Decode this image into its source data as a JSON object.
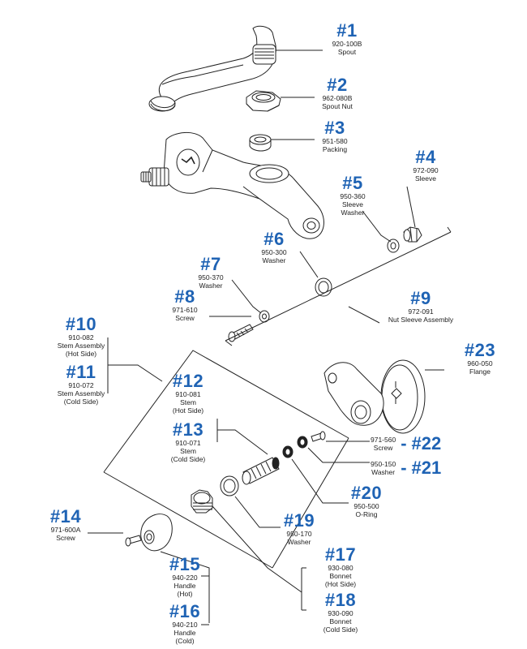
{
  "callouts": [
    {
      "num": "#1",
      "part": "920-100B",
      "desc": [
        "Spout"
      ]
    },
    {
      "num": "#2",
      "part": "962-080B",
      "desc": [
        "Spout Nut"
      ]
    },
    {
      "num": "#3",
      "part": "951-580",
      "desc": [
        "Packing"
      ]
    },
    {
      "num": "#4",
      "part": "972-090",
      "desc": [
        "Sleeve"
      ]
    },
    {
      "num": "#5",
      "part": "950-360",
      "desc": [
        "Sleeve",
        "Washer"
      ]
    },
    {
      "num": "#6",
      "part": "950-300",
      "desc": [
        "Washer"
      ]
    },
    {
      "num": "#7",
      "part": "950-370",
      "desc": [
        "Washer"
      ]
    },
    {
      "num": "#8",
      "part": "971-610",
      "desc": [
        "Screw"
      ]
    },
    {
      "num": "#9",
      "part": "972-091",
      "desc": [
        "Nut Sleeve Assembly"
      ]
    },
    {
      "num": "#10",
      "part": "910-082",
      "desc": [
        "Stem Assembly",
        "(Hot Side)"
      ]
    },
    {
      "num": "#11",
      "part": "910-072",
      "desc": [
        "Stem Assembly",
        "(Cold Side)"
      ]
    },
    {
      "num": "#12",
      "part": "910-081",
      "desc": [
        "Stem",
        "(Hot Side)"
      ]
    },
    {
      "num": "#13",
      "part": "910-071",
      "desc": [
        "Stem",
        "(Cold Side)"
      ]
    },
    {
      "num": "#14",
      "part": "971-600A",
      "desc": [
        "Screw"
      ]
    },
    {
      "num": "#15",
      "part": "940-220",
      "desc": [
        "Handle",
        "(Hot)"
      ]
    },
    {
      "num": "#16",
      "part": "940-210",
      "desc": [
        "Handle",
        "(Cold)"
      ]
    },
    {
      "num": "#17",
      "part": "930-080",
      "desc": [
        "Bonnet",
        "(Hot Side)"
      ]
    },
    {
      "num": "#18",
      "part": "930-090",
      "desc": [
        "Bonnet",
        "(Cold Side)"
      ]
    },
    {
      "num": "#19",
      "part": "950-170",
      "desc": [
        "Washer"
      ]
    },
    {
      "num": "#20",
      "part": "950-500",
      "desc": [
        "O-Ring"
      ]
    },
    {
      "num": "#21",
      "part": "950-150",
      "desc": [
        "Washer"
      ]
    },
    {
      "num": "#22",
      "part": "971-560",
      "desc": [
        "Screw"
      ]
    },
    {
      "num": "#23",
      "part": "960-050",
      "desc": [
        "Flange"
      ]
    }
  ],
  "colors": {
    "callout_number": "#1f63b4",
    "line": "#222222"
  }
}
